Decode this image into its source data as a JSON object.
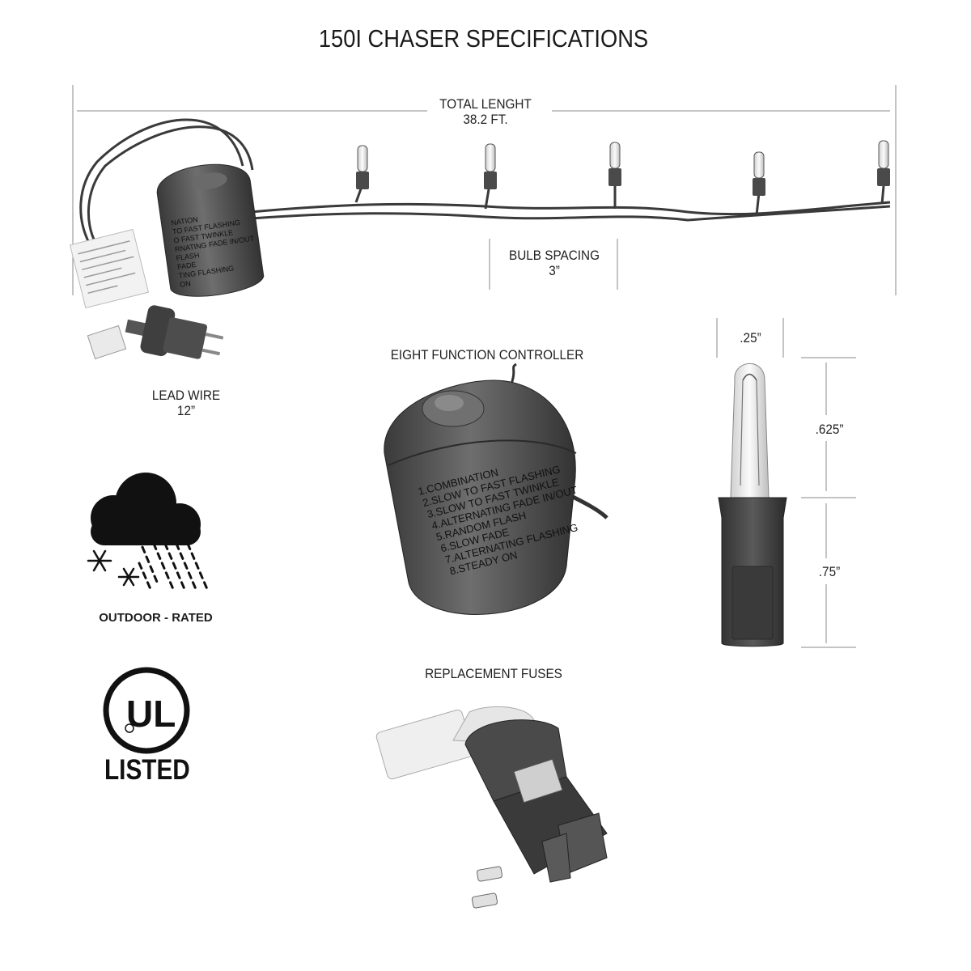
{
  "title": "150I CHASER SPECIFICATIONS",
  "dimensions": {
    "total_length_label": "TOTAL LENGHT",
    "total_length_value": "38.2 FT.",
    "bulb_spacing_label": "BULB SPACING",
    "bulb_spacing_value": "3”",
    "lead_wire_label": "LEAD WIRE",
    "lead_wire_value": "12”",
    "bulb_width": ".25”",
    "bulb_glass_height": ".625”",
    "bulb_base_height": ".75”"
  },
  "controller": {
    "heading": "EIGHT FUNCTION CONTROLLER",
    "functions": [
      "1.COMBINATION",
      "2.SLOW TO FAST FLASHING",
      "3.SLOW TO FAST TWINKLE",
      "4.ALTERNATING FADE IN/OUT",
      "5.RANDOM FLASH",
      "6.SLOW FADE",
      "7.ALTERNATING FLASHING",
      "8.STEADY ON"
    ]
  },
  "fuses": {
    "heading": "REPLACEMENT FUSES"
  },
  "badges": {
    "outdoor": "OUTDOOR - RATED",
    "ul_mark": "UL",
    "listed": "LISTED"
  },
  "colors": {
    "plastic": "#4a4a4a",
    "wire": "#3a3a3a",
    "glass": "#e8e8e8"
  }
}
